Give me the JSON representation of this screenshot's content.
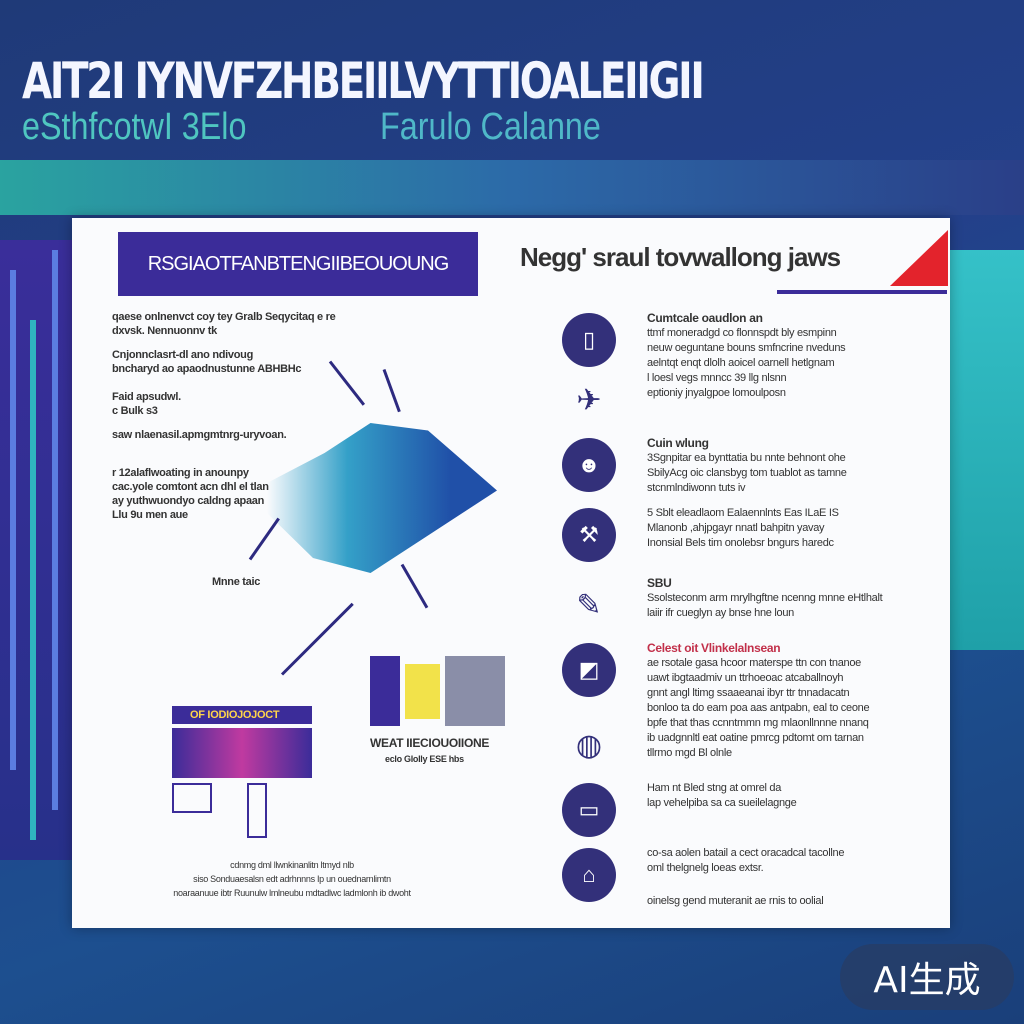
{
  "header": {
    "title": "AIT2I IYNVFZHBEIILVYTTIOALEIIGII",
    "subtitle_left": "eSthfcotwI 3Elo",
    "subtitle_right": "Farulo Calanne"
  },
  "card": {
    "left_header": "RSGIAOTFANBTENGIIBEOUOUNG",
    "right_header": "Negg' sraul tovwallong jaws",
    "left_blocks": [
      [
        "qaese onlnenvct coy  tey Gralb Seqycitaq e re",
        "dxvsk. Nennuonnv tk"
      ],
      [
        "Cnjonnclasrt-dl  ano ndivoug",
        "bncharyd  ao apaodnustunne ABHBHc"
      ],
      [
        "Faid apsudwl.",
        "c Bulk s3"
      ],
      [
        "saw nlaenasil.apmgmtnrg-uryvoan."
      ],
      [
        "r 12alaflwoating in anounpy",
        "cac.yole comtont acn dhl el tlan",
        "ay yuthwuondyo caldng apaan",
        "Llu 9u men aue"
      ]
    ],
    "blob_label": "Mnne taic",
    "sign_label": "OF IODIOJOJOCT",
    "product_label": "WEAT IIECIOUOIIONE",
    "product_caption": "eclo Glolly  ESE hbs",
    "footer_lines": [
      "cdnmg  dml llwnkinanlitn ltmyd nlb",
      "siso Sonduaesalsn edt adrhnnns Ip un ouednarnlimtn",
      "noaraanuue ibtr Ruunulw lmlneubu mdtadlwc ladmlonh ib dwoht"
    ],
    "right_items": [
      {
        "icon": "document-icon",
        "heading": "Cumtcale oaudlon an",
        "lines": [
          "ttmf moneradgd co flonnspdt bly esmpinn",
          "neuw oeguntane bouns smfncrine nveduns",
          "aelntqt enqt dlolh aoicel oarnell hetlgnam"
        ]
      },
      {
        "icon": "airplane-icon",
        "heading": "",
        "lines": [
          "l loesl      vegs  mnncc 39  llg nlsnn",
          "eptioniy     jnyalgpoe  lomoulposn"
        ]
      },
      {
        "icon": "person-icon",
        "heading": "Cuin wlung",
        "lines": [
          "3Sgnpitar  ea bynttatia  bu nnte behnont ohe",
          "SbilyAcg oic clansbyg tom  tuablot  as tamne",
          "stcnmlndiwonn tuts iv"
        ]
      },
      {
        "icon": "tool-icon",
        "heading": "",
        "lines": [
          "5 Sblt  eleadlaom  Ealaennlnts  Eas  ILaE IS",
          "Mlanonb  ,ahjpgayr  nnatl  bahpitn  yavay",
          "Inonsial  Bels tim  onolebsr bngurs  haredc"
        ]
      },
      {
        "icon": "pen-icon",
        "heading": "SBU",
        "lines": [
          "Ssolsteconm arm mrylhgftne ncenng mnne eHtlhalt",
          "laiir  ifr  cueglyn ay bnse hne loun"
        ]
      },
      {
        "icon": "chart-icon",
        "heading": "Celest oit  Vlinkelalnsean",
        "heading_red": true,
        "lines": [
          "ae rsotale gasa hcoor materspe ttn con tnanoe",
          "uawt ibgtaadmiv  un ttrhoeoac atcaballnoyh",
          "gnnt angl ltimg  ssaaeanai ibyr  ttr  tnnadacatn",
          "bonloo ta do eam poa aas antpabn,  eal to ceone",
          "bpfe that thas ccnntmmn mg mlaonllnnne nnanq",
          "ib  uadgnnltl eat oatine pmrcg pdtomt om tarnan",
          "tllrmo mgd Bl olnle"
        ]
      },
      {
        "icon": "globe-icon",
        "heading": "",
        "lines": []
      },
      {
        "icon": "bed-icon",
        "heading": "",
        "lines": [
          "Ham nt Bled  stng at omrel  da",
          "lap vehelpiba sa ca sueilelagnge"
        ]
      },
      {
        "icon": "desk-icon",
        "heading": "",
        "lines": [
          "co-sa aolen batail a cect  oracadcal tacollne",
          "oml thelgnelg loeas  extsr."
        ]
      },
      {
        "icon": "",
        "heading": "",
        "lines": [
          "oinelsg  gend  muteranit ae   rnis  to  oolial"
        ]
      }
    ]
  },
  "badge": {
    "label": "AI生成"
  },
  "colors": {
    "background": "#23408a",
    "header_bar": "#3b2c99",
    "accent_red": "#e3232c",
    "teal": "#4fc6c0",
    "icon_circle": "#33307a"
  }
}
